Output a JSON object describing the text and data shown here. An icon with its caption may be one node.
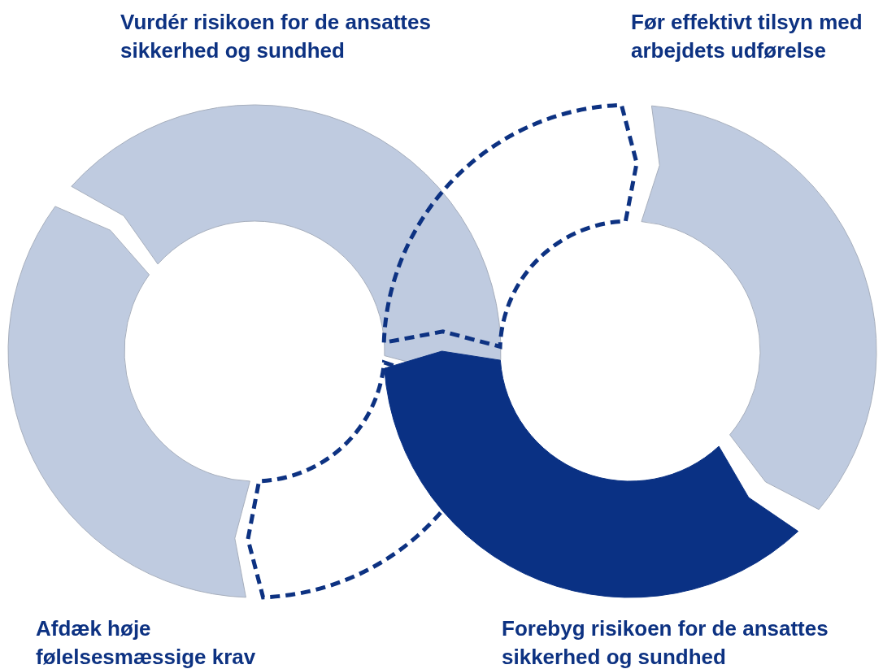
{
  "diagram": {
    "labels": [
      "Vurdér risikoen for de ansattes sikkerhed og sundhed",
      "Før effektivt tilsyn med arbejdets udførelse",
      "Afdæk høje følelsesmæssige krav",
      "Forebyg risikoen for de ansattes sikkerhed og sundhed"
    ]
  }
}
